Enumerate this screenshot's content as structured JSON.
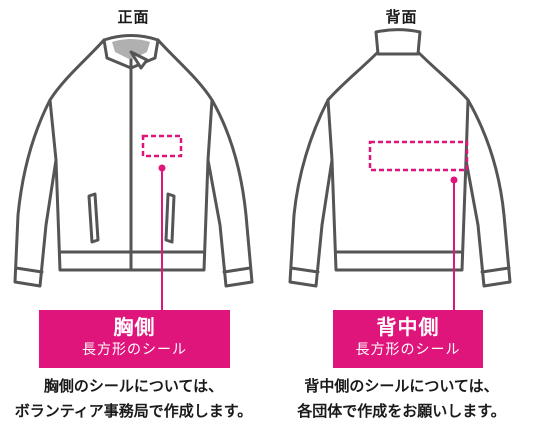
{
  "front": {
    "title": "正面",
    "label_main": "胸側",
    "label_sub": "長方形のシール",
    "note_line1": "胸側のシールについては、",
    "note_line2": "ボランティア事務局で作成します。"
  },
  "back": {
    "title": "背面",
    "label_main": "背中側",
    "label_sub": "長方形のシール",
    "note_line1": "背中側のシールについては、",
    "note_line2": "各団体で作成をお願いします。"
  },
  "colors": {
    "accent": "#e0157b",
    "outline": "#555555",
    "collar_inner": "#b0b0b0",
    "text": "#1a1a1a"
  }
}
